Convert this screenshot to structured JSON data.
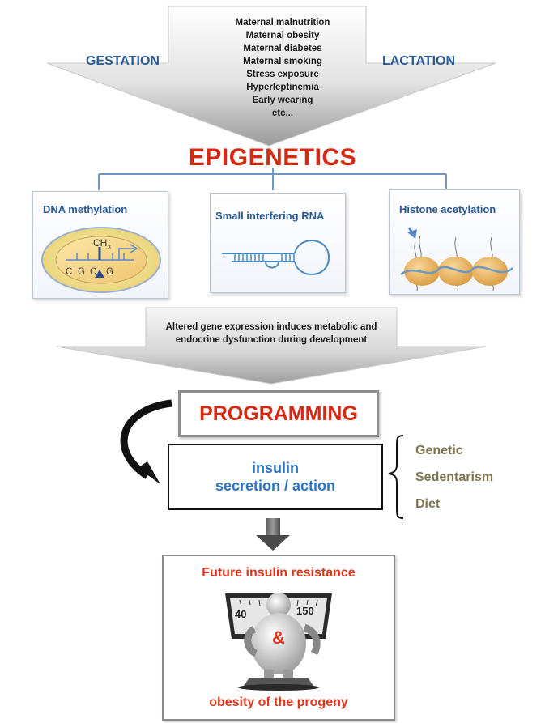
{
  "top_factors": [
    "Maternal malnutrition",
    "Maternal obesity",
    "Maternal diabetes",
    "Maternal smoking",
    "Stress exposure",
    "Hyperleptinemia",
    "Early wearing",
    "etc..."
  ],
  "side_labels": {
    "left": "GESTATION",
    "right": "LACTATION"
  },
  "epigenetics_title": "EPIGENETICS",
  "mechanisms": [
    {
      "title": "DNA methylation",
      "methyl_group": "CH",
      "methyl_sub": "3",
      "bases": [
        "C",
        "G",
        "C",
        "G"
      ]
    },
    {
      "title": "Small interfering RNA"
    },
    {
      "title": "Histone acetylation"
    }
  ],
  "outcome_text": "Altered gene expression induces metabolic and endocrine dysfunction during development",
  "programming": "PROGRAMMING",
  "insulin_line1": "insulin",
  "insulin_line2": "secretion / action",
  "modifiers": [
    "Genetic",
    "Sedentarism",
    "Diet"
  ],
  "final_title": "Future insulin resistance",
  "final_amp": "&",
  "final_bottom": "obesity of the progeny",
  "scale_numbers": [
    "40",
    "150"
  ],
  "colors": {
    "red": "#d42a12",
    "blue": "#2a5a96",
    "olive": "#7f7650",
    "insulin_blue": "#2b73c4"
  }
}
